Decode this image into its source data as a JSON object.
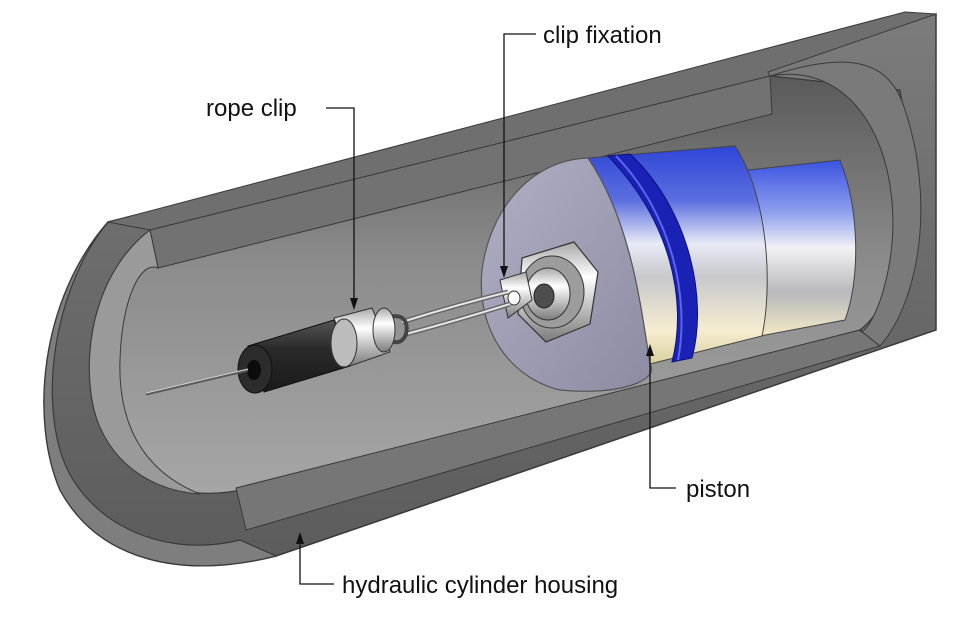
{
  "labels": {
    "rope_clip": "rope clip",
    "clip_fixation": "clip fixation",
    "piston": "piston",
    "housing": "hydraulic cylinder housing"
  },
  "colors": {
    "housing_outer": "#6b6b6b",
    "housing_inner": "#8a8a8a",
    "housing_cut_face": "#7a7a7a",
    "piston_face": "#9a98aa",
    "piston_band": "#4a5ad8",
    "seal_ring": "#1a1fb0",
    "steel_highlight": "#f4f4f4",
    "rope_clip_body": "#2e2e2e",
    "leader_line": "#111111"
  }
}
